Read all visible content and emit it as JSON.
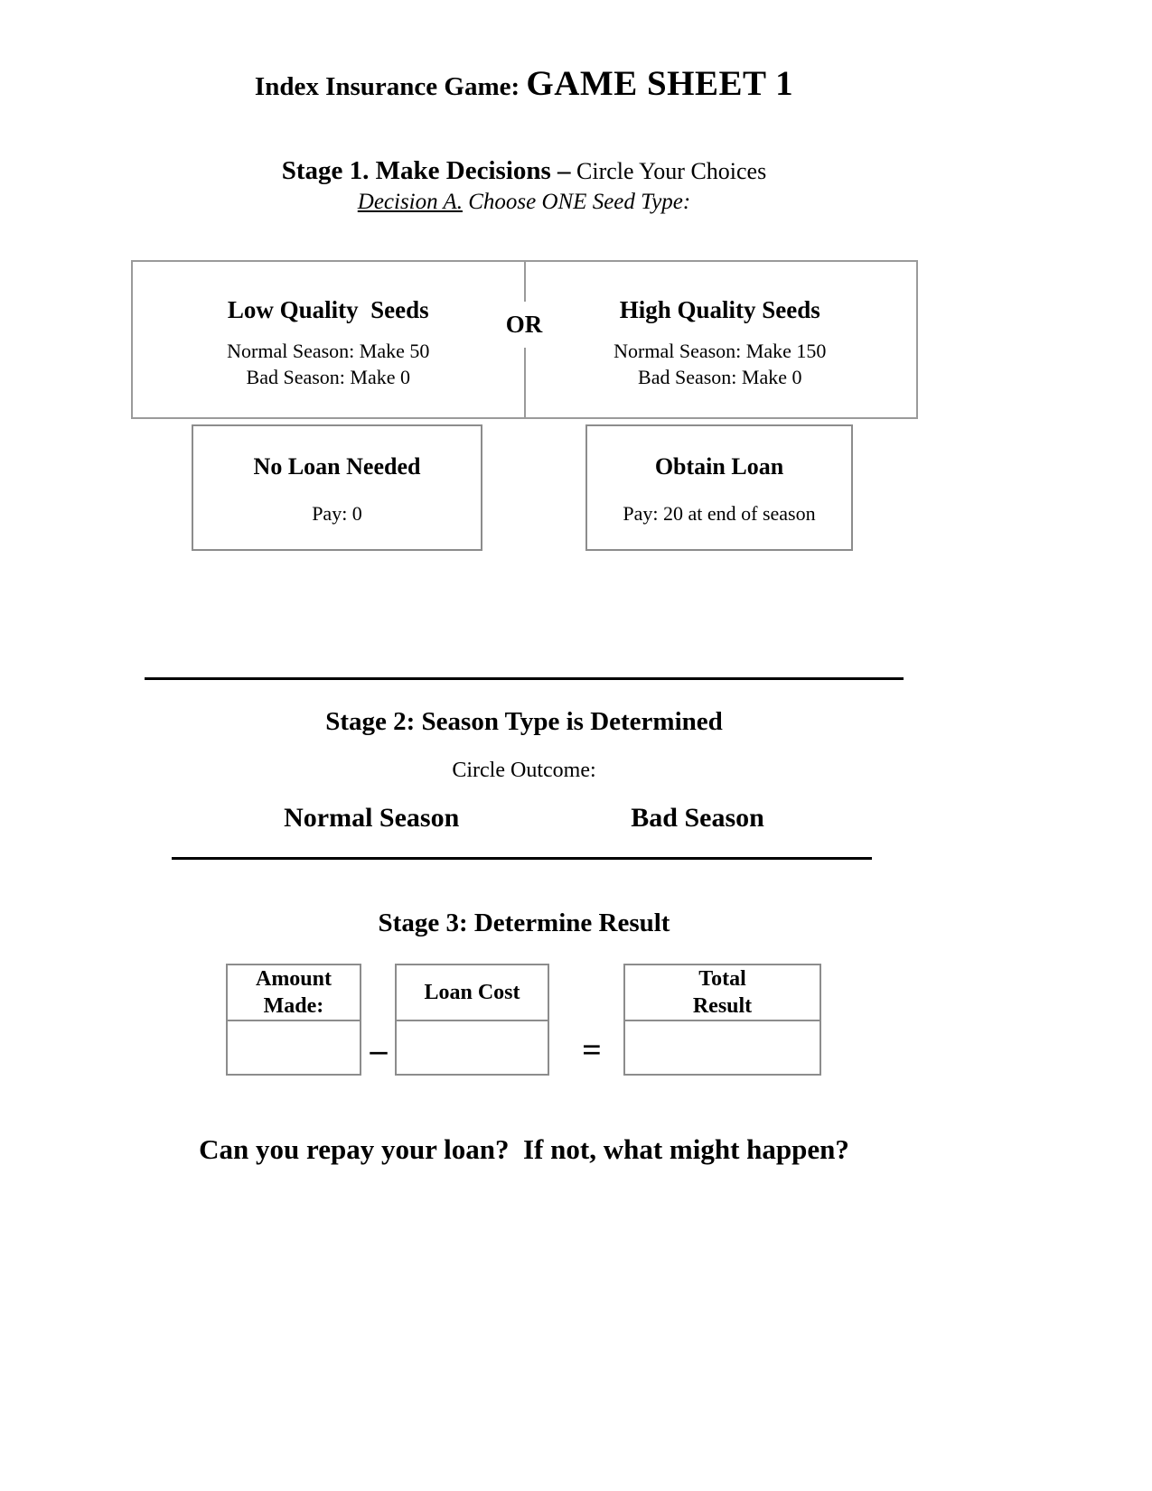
{
  "document": {
    "title": {
      "prefix": "Index Insurance Game: ",
      "main": "GAME SHEET 1"
    },
    "stage1": {
      "heading_bold": "Stage 1. Make Decisions –",
      "heading_rest": " Circle Your Choices",
      "decision_label": "Decision A.",
      "decision_rest": " Choose ONE Seed Type:",
      "or_label": "OR",
      "seed_options": [
        {
          "name": "Low Quality  Seeds",
          "normal_season": "Normal Season: Make 50",
          "bad_season": "Bad Season: Make 0"
        },
        {
          "name": "High Quality Seeds",
          "normal_season": "Normal Season: Make 150",
          "bad_season": "Bad Season: Make 0"
        }
      ],
      "loan_options": [
        {
          "name": "No Loan Needed",
          "pay": "Pay: 0"
        },
        {
          "name": "Obtain Loan",
          "pay": "Pay: 20 at end of season"
        }
      ]
    },
    "stage2": {
      "heading": "Stage 2: Season Type is Determined",
      "instruction": "Circle Outcome:",
      "outcomes": [
        "Normal Season",
        "Bad Season"
      ]
    },
    "stage3": {
      "heading": "Stage 3: Determine Result",
      "fields": [
        {
          "label": "Amount\nMade:",
          "value": ""
        },
        {
          "label": "Loan Cost",
          "value": ""
        },
        {
          "label": "Total\nResult",
          "value": ""
        }
      ],
      "operators": {
        "minus": "–",
        "equals": "="
      },
      "question": "Can you repay your loan?  If not, what might happen?"
    }
  }
}
